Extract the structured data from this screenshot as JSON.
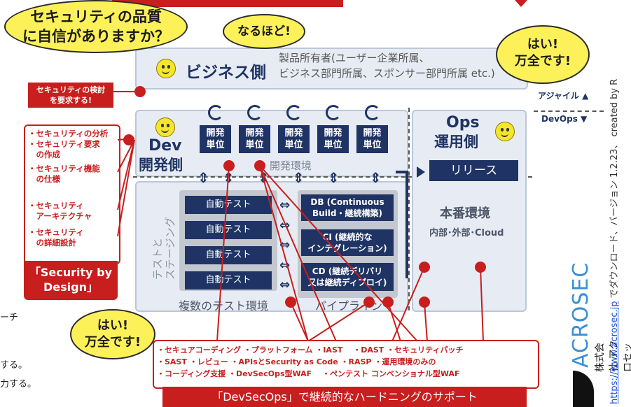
{
  "bubbles": {
    "security_quality": "セキュリティの品質\nに自信がありますか？",
    "naruhodo": "なるほど!",
    "ops_yes": "はい!\n万全です!",
    "dev_yes": "はい!\n万全です!"
  },
  "business": {
    "title": "ビジネス側",
    "owner": "製品所有者(ユーザー企業所属、\nビジネス部門所属、スポンサー部門所属 etc.)"
  },
  "request_box": "セキュリティの検討\nを要求する!",
  "side_legend": {
    "agile": "アジャイル",
    "devops": "DevOps"
  },
  "dev": {
    "title_en": "Dev",
    "title_ja": "開発側",
    "units": [
      "開発\n単位",
      "開発\n単位",
      "開発\n単位",
      "開発\n単位",
      "開発\n単位"
    ],
    "env": "開発環境"
  },
  "ops": {
    "title_en": "Ops",
    "title_ja": "運用側",
    "release": "リリース",
    "env": "本番環境",
    "scope": "内部･外部･Cloud"
  },
  "design_list": {
    "items": [
      "・セキュリティの分析\n・セキュリティ要求\n　の作成",
      "・セキュリティ機能\n　の仕様",
      "・セキュリティ\n　アーキテクチャ",
      "・セキュリティ\n　の詳細設計"
    ],
    "label": "「Security by\nDesign」"
  },
  "test": {
    "vertical_label": "テストと\nステージング",
    "auto_tests": [
      "自動テスト",
      "自動テスト",
      "自動テスト",
      "自動テスト"
    ],
    "env": "複数のテスト環境"
  },
  "pipeline": {
    "db": "DB (Continuous\nBuild・継続構築)",
    "ci": "CI (継続的な\nインテグレーション)",
    "cd": "CD (継続デリバリ\n又は継続ディプロイ)",
    "label": "パイプライン"
  },
  "devsecops": {
    "row1": "・セキュアコーディング ・プラットフォーム ・IAST　 ・DAST ・セキュリティパッチ",
    "row2": "・SAST ・レビュー ・APIsとSecurity as Code ・RASP ・運用環境のみの",
    "row3": "・コーディング支援 ・DevSecOps型WAF　 ・ペンテスト コンベンショナル型WAF",
    "banner": "「DevSecOps」で継続的なハードニングのサポート"
  },
  "left_cut": {
    "line1": "ーチ",
    "line2": "する。",
    "line3": "力する。"
  },
  "credit": {
    "brand": "ACROSEC",
    "company": "株式会社 アクロセック",
    "url": "https://www.acrosec.jp",
    "note": "でダウンロード、バージョン 1.2.23、 created by R"
  },
  "colors": {
    "red": "#c81e1e",
    "navy": "#1f3464",
    "panel": "#e7ecf4",
    "bubble": "#fdf15a",
    "brand": "#3a8fd6"
  }
}
